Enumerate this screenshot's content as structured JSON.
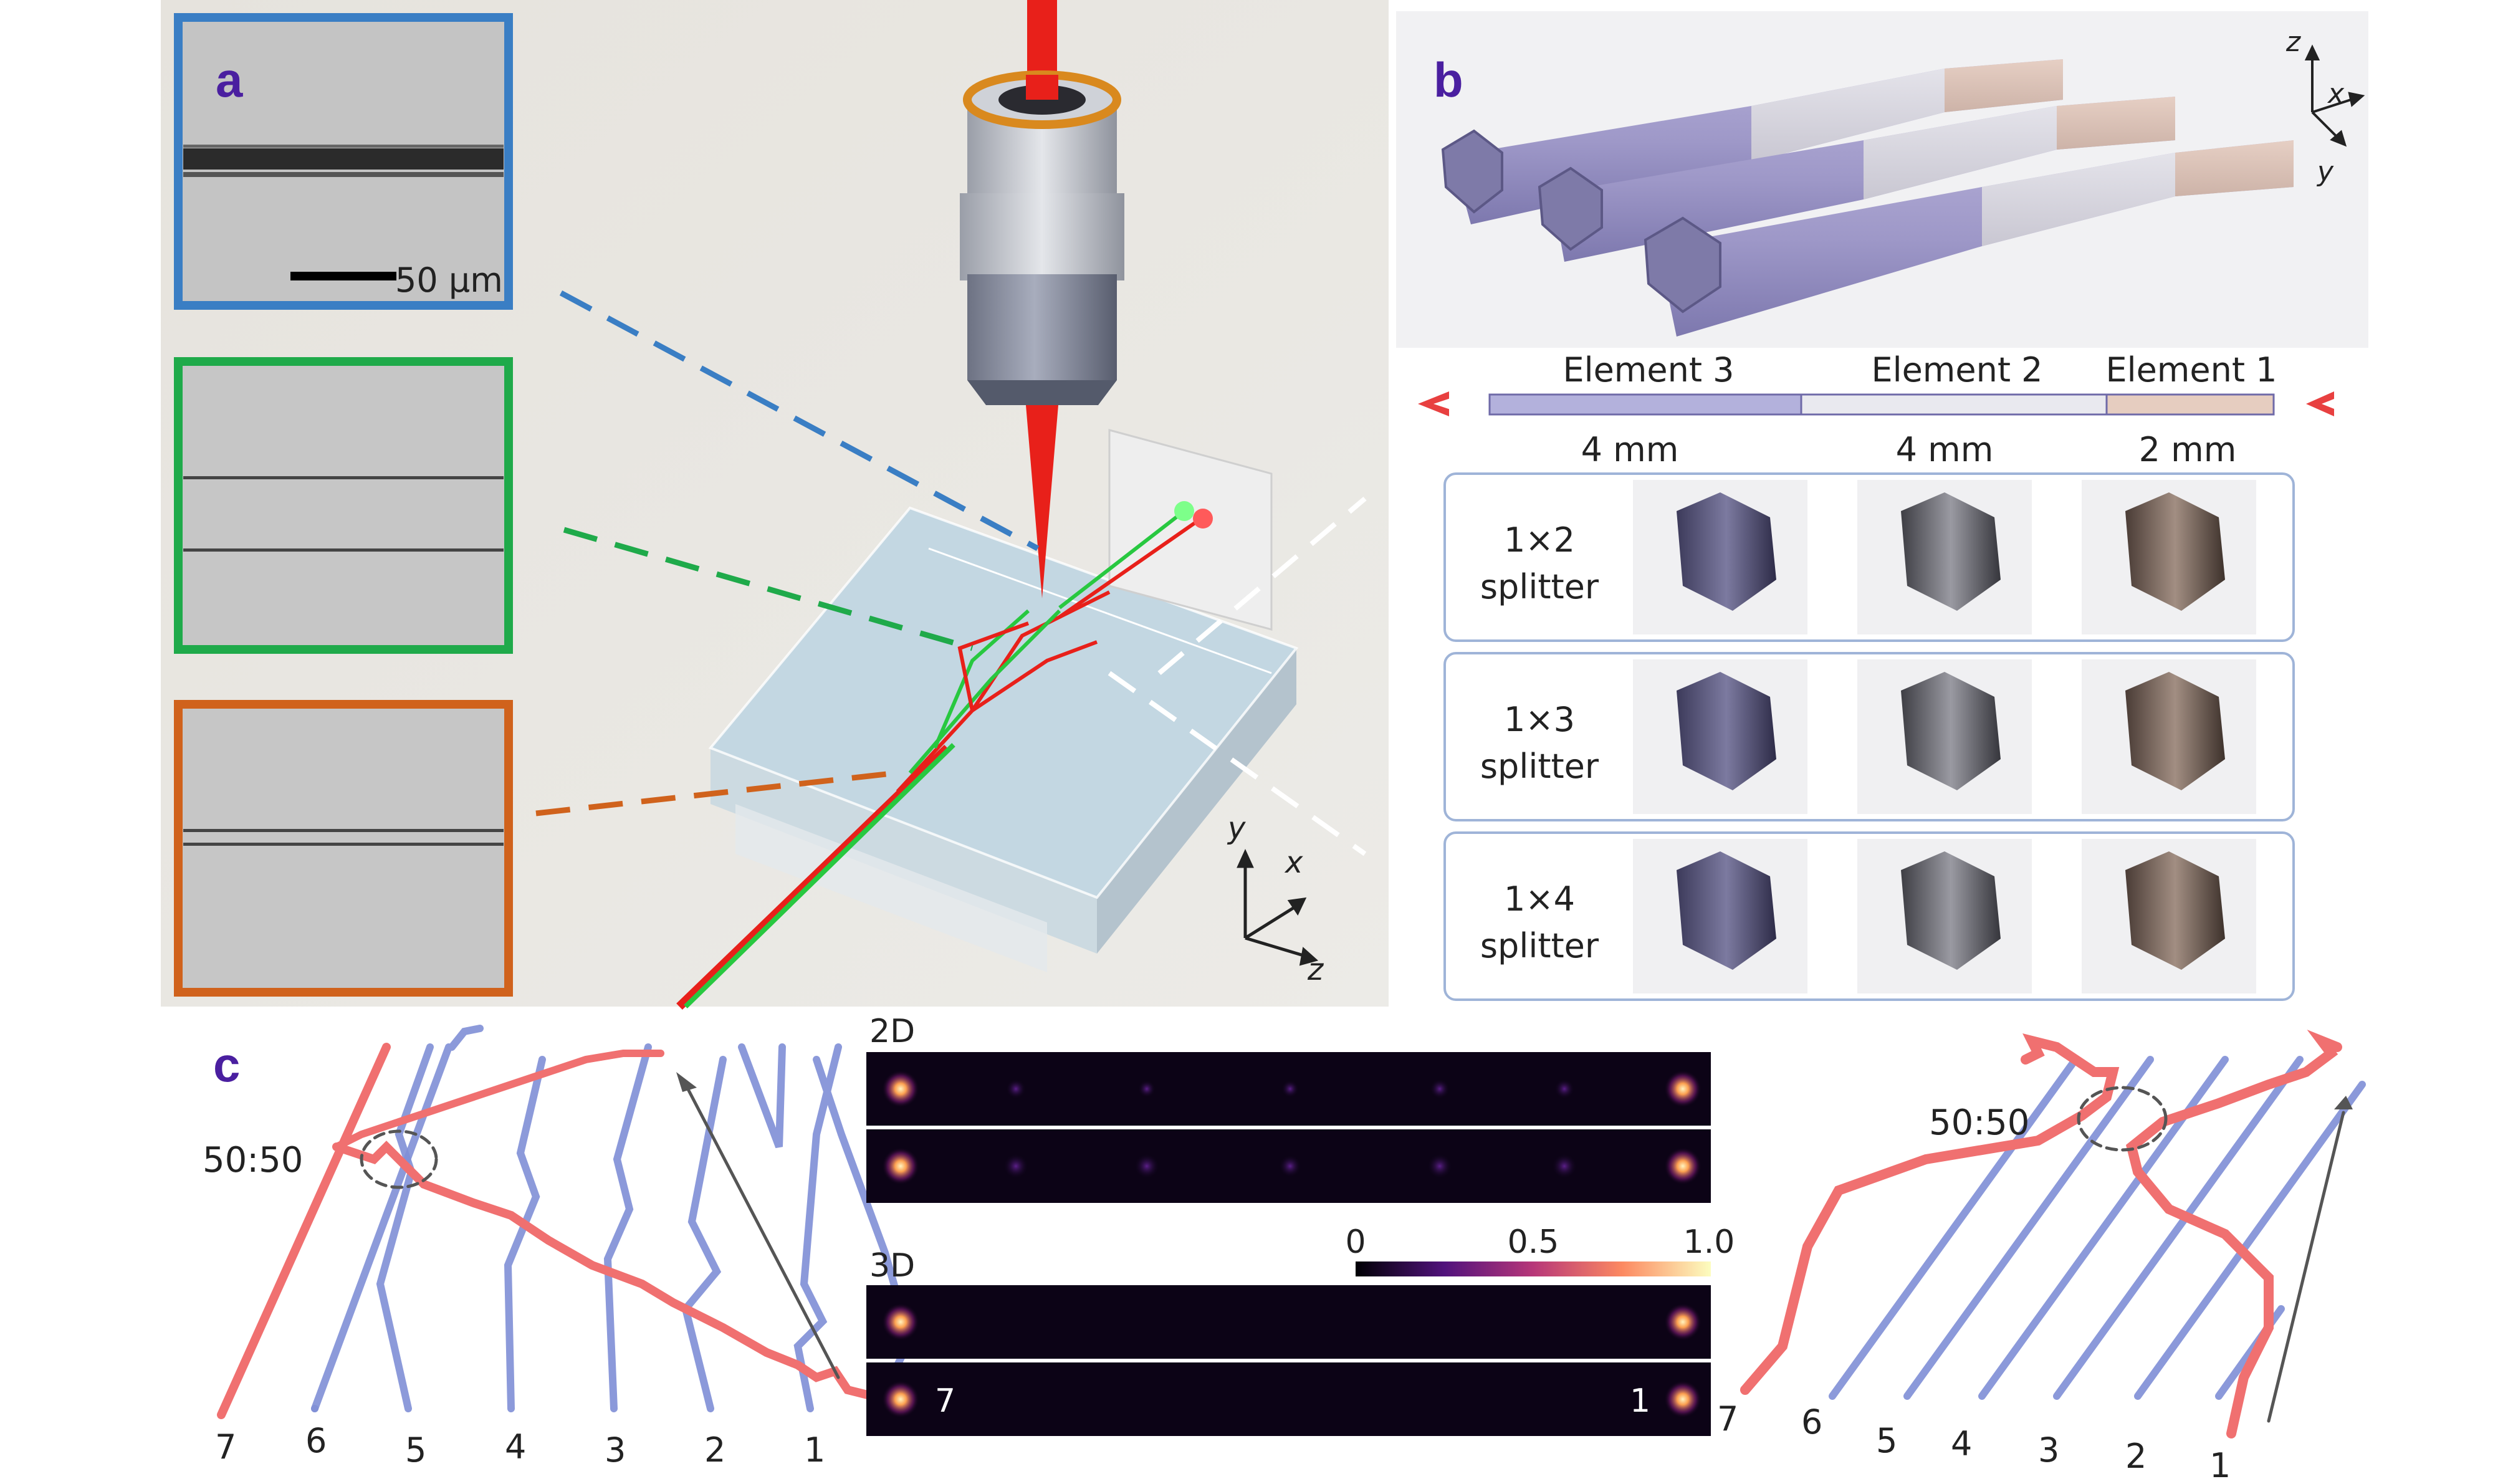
{
  "panel_a": {
    "letter": "a",
    "scale_bar": "50 µm",
    "axes": {
      "y": "y",
      "x": "x",
      "z": "z"
    }
  },
  "panel_b": {
    "letter": "b",
    "axes": {
      "z": "z",
      "x": "x",
      "y": "y"
    },
    "elements": [
      {
        "label": "Element 3",
        "length": "4 mm"
      },
      {
        "label": "Element 2",
        "length": "4 mm"
      },
      {
        "label": "Element 1",
        "length": "2 mm"
      }
    ],
    "rows": [
      {
        "line1": "1×2",
        "line2": "splitter"
      },
      {
        "line1": "1×3",
        "line2": "splitter"
      },
      {
        "line1": "1×4",
        "line2": "splitter"
      }
    ]
  },
  "panel_c": {
    "letter": "c",
    "ratio_left": "50:50",
    "ratio_right": "50:50",
    "port_labels": [
      "7",
      "6",
      "5",
      "4",
      "3",
      "2",
      "1"
    ],
    "label_2d": "2D",
    "label_3d": "3D",
    "colorbar_ticks": [
      "0",
      "0.5",
      "1.0"
    ],
    "mode_labels": {
      "left": "7",
      "right": "1"
    }
  },
  "colors": {
    "letter": "#4a1fa0",
    "blue_frame": "#3a7ec4",
    "green_frame": "#1faa4a",
    "orange_frame": "#d0621c",
    "red_beam": "#e8201a",
    "green_beam": "#28c840",
    "waveguide_blue": "#7f8fd6",
    "waveguide_red": "#f07070"
  }
}
